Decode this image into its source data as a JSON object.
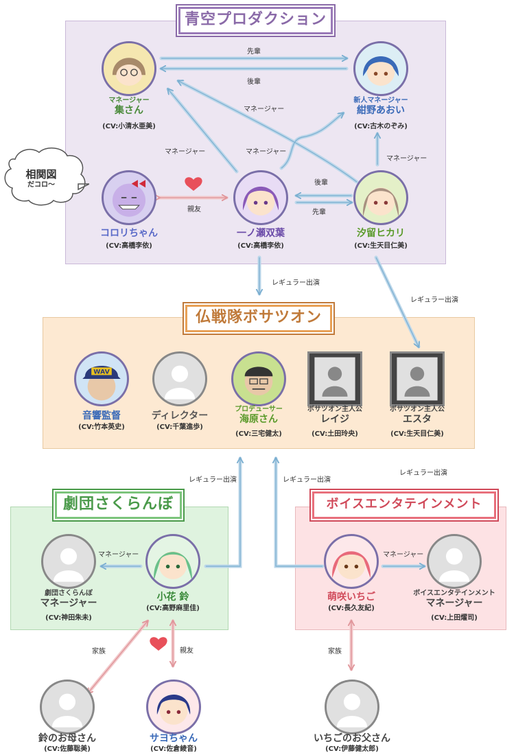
{
  "groups": {
    "aozora": {
      "title": "青空プロダクション",
      "bg": "#ede6f2",
      "accent": "#9a7ab8"
    },
    "bosatsu": {
      "title": "仏戦隊ボサツオン",
      "bg": "#fde9d2",
      "accent": "#e8a157"
    },
    "sakuranbo": {
      "title": "劇団さくらんぼ",
      "bg": "#dff3df",
      "accent": "#7cc47c"
    },
    "voice": {
      "title": "ボイスエンタテインメント",
      "bg": "#fde2e4",
      "accent": "#e8707c"
    }
  },
  "bubble": {
    "main": "相関図",
    "sub": "だコロ〜"
  },
  "people": {
    "shu": {
      "sub": "マネージャー",
      "name": "集さん",
      "cv": "(CV:小清水亜美)",
      "color": "#4a8a3a"
    },
    "aoi": {
      "sub": "新人マネージャー",
      "name": "紺野あおい",
      "cv": "(CV:古木のぞみ)",
      "color": "#3a6ab8"
    },
    "korori": {
      "sub": "",
      "name": "コロリちゃん",
      "cv": "(CV:高橋李依)",
      "color": "#5a6ac8"
    },
    "futaba": {
      "sub": "",
      "name": "一ノ瀬双葉",
      "cv": "(CV:高橋李依)",
      "color": "#6a4aa8"
    },
    "hikari": {
      "sub": "",
      "name": "汐留ヒカリ",
      "cv": "(CV:生天目仁美)",
      "color": "#5a9a2a"
    },
    "onkyo": {
      "sub": "",
      "name": "音響監督",
      "cv": "(CV:竹本英史)",
      "color": "#3a6ab8"
    },
    "director": {
      "sub": "",
      "name": "ディレクター",
      "cv": "(CV:千葉進歩)",
      "color": "#555555"
    },
    "kaibara": {
      "sub": "プロデューサー",
      "name": "海原さん",
      "cv": "(CV:三宅健太)",
      "color": "#5a9a2a"
    },
    "reiji": {
      "sub": "ボサツオン主人公",
      "name": "レイジ",
      "cv": "(CV:土田玲央)",
      "color": "#444444"
    },
    "esuta": {
      "sub": "ボサツオン主人公",
      "name": "エスタ",
      "cv": "(CV:生天目仁美)",
      "color": "#444444"
    },
    "sakura_mgr": {
      "sub": "劇団さくらんぼ",
      "name": "マネージャー",
      "cv": "(CV:神田朱未)",
      "color": "#444444"
    },
    "rin": {
      "sub": "",
      "name": "小花 鈴",
      "cv": "(CV:高野麻里佳)",
      "color": "#3a8a3a"
    },
    "ichigo": {
      "sub": "",
      "name": "萌咲いちご",
      "cv": "(CV:長久友紀)",
      "color": "#d04a5a"
    },
    "voice_mgr": {
      "sub": "ボイスエンタテインメント",
      "name": "マネージャー",
      "cv": "(CV:上田燿司)",
      "color": "#444444"
    },
    "rin_mother": {
      "sub": "",
      "name": "鈴のお母さん",
      "cv": "(CV:佐藤聡美)",
      "color": "#444444"
    },
    "sayo": {
      "sub": "",
      "name": "サヨちゃん",
      "cv": "(CV:佐倉綾音)",
      "color": "#3a6ab8"
    },
    "ichigo_father": {
      "sub": "",
      "name": "いちごのお父さん",
      "cv": "(CV:伊藤健太郎)",
      "color": "#444444"
    }
  },
  "labels": {
    "senpai": "先輩",
    "kohai1": "後輩",
    "manager1": "マネージャー",
    "manager2": "マネージャー",
    "manager3": "マネージャー",
    "manager4": "マネージャー",
    "kohai2": "後輩",
    "senpai2": "先輩",
    "shinyu1": "親友",
    "regular1": "レギュラー出演",
    "regular2": "レギュラー出演",
    "regular3": "レギュラー出演",
    "regular4": "レギュラー出演",
    "regular5": "レギュラー出演",
    "manager5": "マネージャー",
    "manager6": "マネージャー",
    "kazoku1": "家族",
    "shinyu2": "親友",
    "kazoku2": "家族",
    "wav": "WAV"
  }
}
